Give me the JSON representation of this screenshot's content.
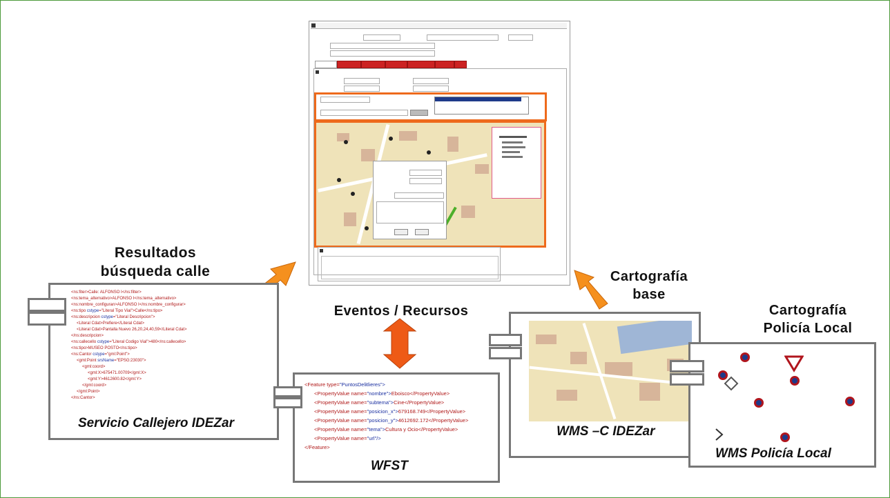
{
  "labels": {
    "resultados_line1": "Resultados",
    "resultados_line2": "búsqueda calle",
    "eventos": "Eventos / Recursos",
    "cartografia_base_line1": "Cartografía",
    "cartografia_base_line2": "base",
    "cartografia_policia_line1": "Cartografía",
    "cartografia_policia_line2": "Policía Local"
  },
  "components": {
    "callejero": {
      "caption": "Servicio Callejero IDEZar"
    },
    "wfst": {
      "caption": "WFST"
    },
    "wmsc": {
      "caption": "WMS –C IDEZar"
    },
    "wms_policia": {
      "caption": "WMS Policía Local"
    }
  },
  "wfs_xml": [
    {
      "tag": "<Feature type=",
      "attr": "\"PuntosDelitlieres\">",
      "text": ""
    },
    {
      "tag": "<PropertyValue name=",
      "attr": "\"nombre\">",
      "text": "Eboisco</PropertyValue>"
    },
    {
      "tag": "<PropertyValue name=",
      "attr": "\"subtema\">",
      "text": "Cine</PropertyValue>"
    },
    {
      "tag": "<PropertyValue name=",
      "attr": "\"posicion_x\">",
      "text": "679168.749</PropertyValue>"
    },
    {
      "tag": "<PropertyValue name=",
      "attr": "\"posicion_y\">",
      "text": "4612692.172</PropertyValue>"
    },
    {
      "tag": "<PropertyValue name=",
      "attr": "\"tema\">",
      "text": "Cultura y Ocio</PropertyValue>"
    },
    {
      "tag": "<PropertyValue name=",
      "attr": "\"url\"/>",
      "text": ""
    },
    {
      "tag": "</Feature>",
      "attr": "",
      "text": ""
    }
  ],
  "colors": {
    "frame": "#4c9a3a",
    "arrow_orange": "#f5901e",
    "highlight_orange": "#ee6a1c",
    "box_border": "#777777"
  }
}
